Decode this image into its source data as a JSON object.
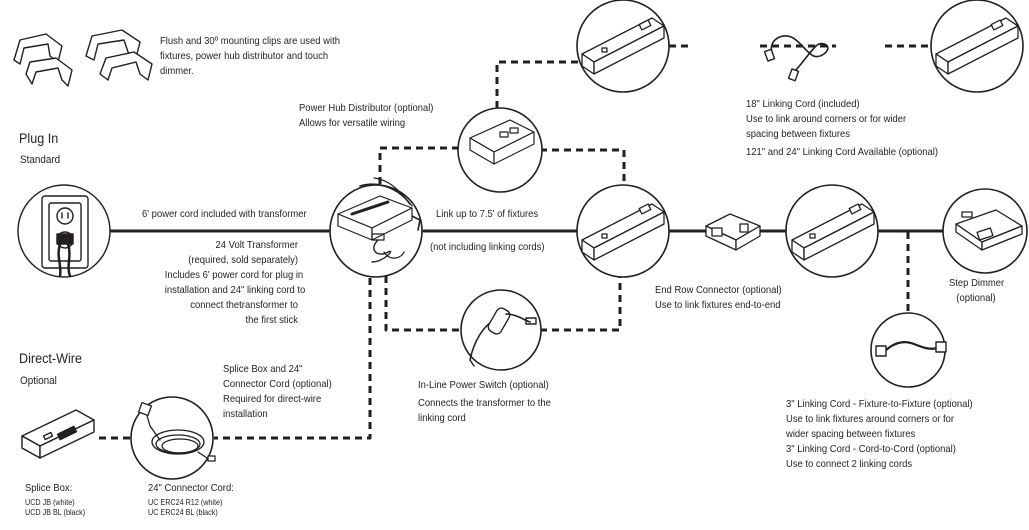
{
  "clips_note": [
    "Flush and 30º mounting clips are used with",
    "fixtures, power hub distributor and touch",
    "dimmer."
  ],
  "plug_in": {
    "title": "Plug In",
    "subtitle": "Standard"
  },
  "direct_wire": {
    "title": "Direct-Wire",
    "subtitle": "Optional"
  },
  "power_cord_label": "6' power cord included with transformer",
  "transformer_label": [
    "24 Volt Transformer",
    "(required, sold separately)",
    "Includes 6' power cord for plug in",
    "installation and 24\" linking cord to",
    "connect thetransformer to",
    "the first stick"
  ],
  "power_hub_label": [
    "Power Hub Distributor (optional)",
    "Allows for versatile wiring"
  ],
  "link_up_label": "Link up to 7.5' of fixtures",
  "not_including_label": "(not including linking cords)",
  "linking_cord_18_label": [
    "18\" Linking Cord (included)",
    "Use to link around corners or for wider",
    "spacing between fixtures",
    "121\" and 24\" Linking Cord Available (optional)"
  ],
  "end_row_label": [
    "End Row Connector (optional)",
    "Use to link fixtures end-to-end"
  ],
  "step_dimmer_label": [
    "Step Dimmer",
    "(optional)"
  ],
  "splice_box_note": [
    "Splice Box and 24\"",
    "Connector Cord (optional)",
    "Required for direct-wire",
    "installation"
  ],
  "inline_switch_label": [
    "In-Line Power Switch (optional)",
    "Connects the transformer to the",
    "linking cord"
  ],
  "linking_cord_3_label": [
    "3\" Linking Cord - Fixture-to-Fixture (optional)",
    "Use to link fixtures around corners or for",
    "wider spacing between fixtures",
    "3\" Linking Cord - Cord-to-Cord (optional)",
    "Use to connect 2 linking cords"
  ],
  "splice_box_caption": {
    "title": "Splice Box:",
    "lines": [
      "UCD JB (white)",
      "UCD JB BL (black)"
    ]
  },
  "connector_cord_caption": {
    "title": "24\" Connector Cord:",
    "lines": [
      "UC ERC24 R12 (white)",
      "UC ERC24 BL (black)"
    ]
  },
  "colors": {
    "ink": "#231f20",
    "background": "#ffffff"
  },
  "icons": [
    "mounting-clip-icon",
    "wall-outlet-icon",
    "transformer-icon",
    "power-hub-icon",
    "fixture-icon",
    "linking-cord-icon",
    "end-row-connector-icon",
    "step-dimmer-icon",
    "inline-switch-icon",
    "splice-box-icon",
    "connector-cord-icon"
  ]
}
